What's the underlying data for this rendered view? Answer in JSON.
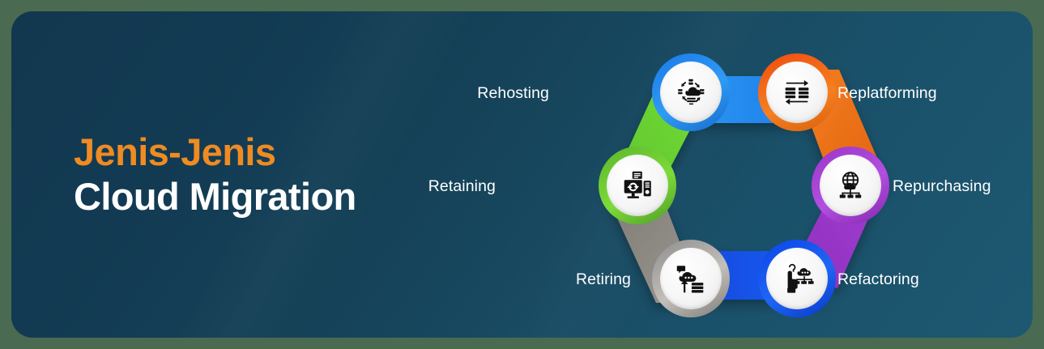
{
  "headline": {
    "line1": "Jenis-Jenis",
    "line2": "Cloud Migration",
    "line1_color": "#ef8b22",
    "line2_color": "#ffffff"
  },
  "theme": {
    "card_background_dark": "#12384f",
    "card_background_light": "#1d5871",
    "outer_background": "#4a6b51",
    "icon_disc_color": "#f2f2f2",
    "icon_glyph_color": "#101010"
  },
  "diagram": {
    "type": "hexagonal-cycle",
    "node_count": 6,
    "nodes": [
      {
        "id": "rehosting",
        "label": "Rehosting",
        "position": "top-left",
        "label_side": "left",
        "ring_color": "#1a7ae8",
        "ring_color_light": "#2f9bf5",
        "icon": "cloud-rehost-arrows-icon"
      },
      {
        "id": "replatforming",
        "label": "Replatforming",
        "position": "top-right",
        "label_side": "right",
        "ring_color": "#f04b10",
        "ring_color_light": "#f5801f",
        "icon": "servers-transfer-arrows-icon"
      },
      {
        "id": "repurchasing",
        "label": "Repurchasing",
        "position": "right",
        "label_side": "right",
        "ring_color": "#9b35c9",
        "ring_color_light": "#b24fe0",
        "icon": "globe-network-nodes-icon"
      },
      {
        "id": "refactoring",
        "label": "Refactoring",
        "position": "bottom-right",
        "label_side": "right",
        "ring_color": "#0a44e8",
        "ring_color_light": "#1f66f5",
        "icon": "hand-cloud-servers-icon"
      },
      {
        "id": "retiring",
        "label": "Retiring",
        "position": "bottom-left",
        "label_side": "left",
        "ring_color": "#8d8d8d",
        "ring_color_light": "#b5b2ae",
        "icon": "cloud-upload-servers-icon"
      },
      {
        "id": "retaining",
        "label": "Retaining",
        "position": "left",
        "label_side": "left",
        "ring_color": "#5ab52c",
        "ring_color_light": "#79d836",
        "icon": "monitor-sync-server-icon"
      }
    ],
    "connectors": [
      {
        "id": "connector-rehosting-replatforming",
        "from": "rehosting",
        "to": "replatforming",
        "color": "#1f8ef1"
      },
      {
        "id": "connector-replatforming-repurchasing",
        "from": "replatforming",
        "to": "repurchasing",
        "color": "#ef7822"
      },
      {
        "id": "connector-repurchasing-refactoring",
        "from": "repurchasing",
        "to": "refactoring",
        "color": "#9b35c9"
      },
      {
        "id": "connector-refactoring-retiring",
        "from": "refactoring",
        "to": "retiring",
        "color": "#1350f0"
      },
      {
        "id": "connector-retiring-retaining",
        "from": "retiring",
        "to": "retaining",
        "color": "#8e8b86"
      },
      {
        "id": "connector-retaining-rehosting",
        "from": "retaining",
        "to": "rehosting",
        "color": "#5cc22e"
      }
    ]
  }
}
